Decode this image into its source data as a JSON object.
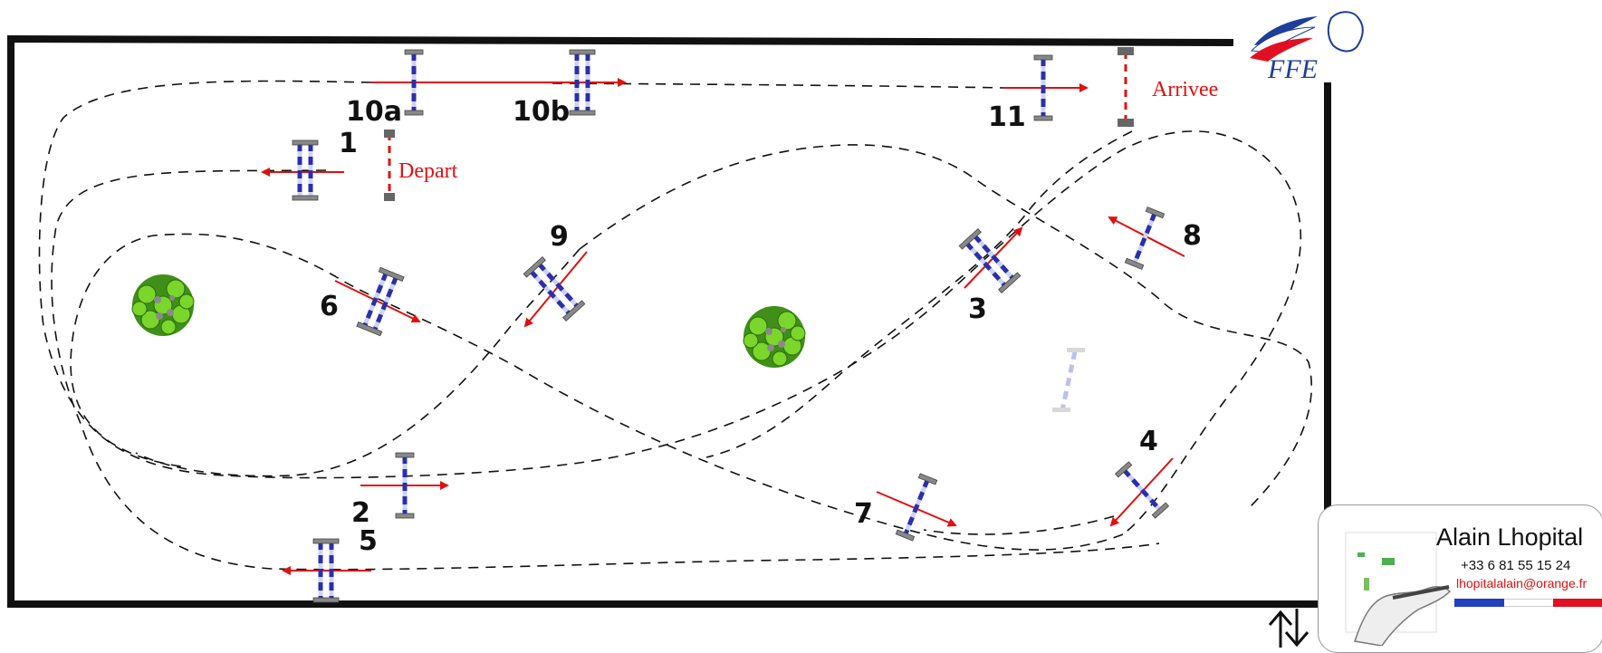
{
  "course": {
    "start_label": "Depart",
    "finish_label": "Arrivee",
    "obstacles": [
      {
        "number": "1"
      },
      {
        "number": "2"
      },
      {
        "number": "3"
      },
      {
        "number": "4"
      },
      {
        "number": "5"
      },
      {
        "number": "6"
      },
      {
        "number": "7"
      },
      {
        "number": "8"
      },
      {
        "number": "9"
      },
      {
        "number": "10a"
      },
      {
        "number": "10b"
      },
      {
        "number": "11"
      }
    ]
  },
  "logo": {
    "text": "FFE"
  },
  "designer": {
    "name": "Alain Lhopital",
    "phone": "+33 6 81 55 15 24",
    "email": "lhopitalalain@orange.fr"
  },
  "colors": {
    "route": "#111111",
    "arrow": "#e01010",
    "pole": "#2b2fa8",
    "stand": "#888888",
    "tree": "#4caf20",
    "flag_blue": "#2040c0",
    "flag_white": "#ffffff",
    "flag_red": "#e01020"
  }
}
